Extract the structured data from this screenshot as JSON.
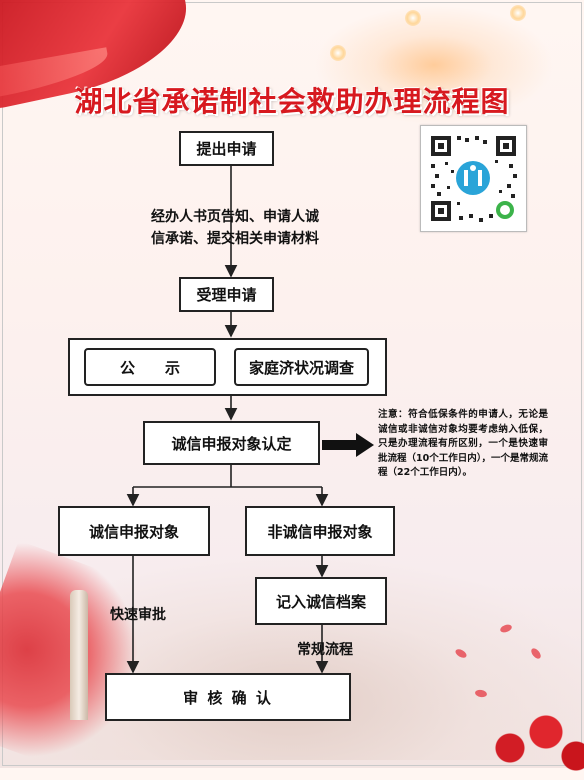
{
  "title": "湖北省承诺制社会救助办理流程图",
  "nodes": {
    "apply": "提出申请",
    "materials_line1": "经办人书页告知、申请人诚",
    "materials_line2": "信承诺、提交相关申请材料",
    "accept": "受理申请",
    "publicize": "公　　示",
    "survey": "家庭济状况调查",
    "identify": "诚信申报对象认定",
    "honest": "诚信申报对象",
    "non_honest": "非诚信申报对象",
    "record": "记入诚信档案",
    "fast_approval": "快速审批",
    "regular_process": "常规流程",
    "confirm": "审 核 确 认"
  },
  "note": "注意：符合低保条件的申请人，无论是诚信或非诚信对象均要考虑纳入低保，只是办理流程有所区别，一个是快速审批流程（10个工作日内），一个是常规流程（22个工作日内）。",
  "colors": {
    "title": "#d7191f",
    "line": "#222222",
    "box_border": "#222222"
  },
  "icons": {
    "qr": "qr-code-icon"
  }
}
